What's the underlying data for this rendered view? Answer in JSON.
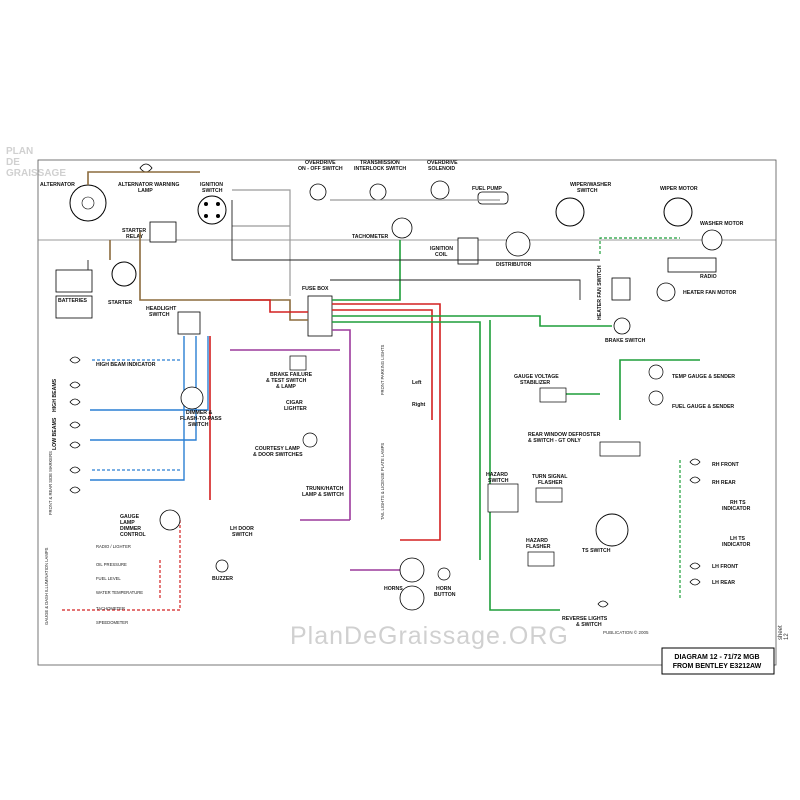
{
  "diagram": {
    "title_line1": "DIAGRAM 12 - 71/72 MGB",
    "title_line2": "FROM BENTLEY E3212AW",
    "sheet": "sheet 12",
    "publisher": "PUBLICATION © 2005",
    "watermark": "PlanDeGraissage.ORG",
    "logo_line1": "PLAN",
    "logo_line2": "DE",
    "logo_line3": "GRAISSAGE",
    "labels": {
      "alternator": "ALTERNATOR",
      "alt_warning_1": "ALTERNATOR WARNING",
      "alt_warning_2": "LAMP",
      "ignition_1": "IGNITION",
      "ignition_2": "SWITCH",
      "overdrive_1": "OVERDRIVE",
      "overdrive_2": "ON - OFF SWITCH",
      "transmission_1": "TRANSMISSION",
      "transmission_2": "INTERLOCK SWITCH",
      "od_solenoid_1": "OVERDRIVE",
      "od_solenoid_2": "SOLENOID",
      "fuel_pump": "FUEL PUMP",
      "wiper_switch_1": "WIPER/WASHER",
      "wiper_switch_2": "SWITCH",
      "wiper_motor": "WIPER MOTOR",
      "washer_motor": "WASHER MOTOR",
      "starter_relay_1": "STARTER",
      "starter_relay_2": "RELAY",
      "tachometer": "TACHOMETER",
      "ignition_coil_1": "IGNITION",
      "ignition_coil_2": "COIL",
      "distributor": "DISTRIBUTOR",
      "radio": "RADIO",
      "batteries": "BATTERIES",
      "starter": "STARTER",
      "heater_fan_switch": "HEATER FAN SWITCH",
      "heater_fan_motor": "HEATER FAN MOTOR",
      "headlight_switch_1": "HEADLIGHT",
      "headlight_switch_2": "SWITCH",
      "fuse_box": "FUSE BOX",
      "brake_switch": "BRAKE SWITCH",
      "high_beam_indicator": "HIGH BEAM INDICATOR",
      "brake_failure_1": "BRAKE FAILURE",
      "brake_failure_2": "& TEST SWITCH",
      "brake_failure_3": "& LAMP",
      "temp_gauge": "TEMP GAUGE & SENDER",
      "fuel_gauge": "FUEL GAUGE & SENDER",
      "gauge_stabilizer_1": "GAUGE VOLTAGE",
      "gauge_stabilizer_2": "STABILIZER",
      "high_beams": "HIGH BEAMS",
      "dimmer_1": "DIMMER &",
      "dimmer_2": "FLASH-TO-PASS",
      "dimmer_3": "SWITCH",
      "cigar_1": "CIGAR",
      "cigar_2": "LIGHTER",
      "front_parking": "FRONT PARKING LIGHTS",
      "left": "Left",
      "right": "Right",
      "rear_defroster_1": "REAR WINDOW DEFROSTER",
      "rear_defroster_2": "& SWITCH - GT ONLY",
      "low_beams": "LOW BEAMS",
      "courtesy_1": "COURTESY LAMP",
      "courtesy_2": "& DOOR SWITCHES",
      "rh_front": "RH FRONT",
      "rh_rear": "RH REAR",
      "rh_ts_1": "RH TS",
      "rh_ts_2": "INDICATOR",
      "front_rear_marker": "FRONT & REAR SIDE MARKERS",
      "tail_lights": "TAIL LIGHTS & LICENSE PLATE LAMPS",
      "hazard_switch_1": "HAZARD",
      "hazard_switch_2": "SWITCH",
      "turn_flasher_1": "TURN SIGNAL",
      "turn_flasher_2": "FLASHER",
      "trunk_1": "TRUNK/HATCH",
      "trunk_2": "LAMP & SWITCH",
      "gauge_lamp_1": "GAUGE",
      "gauge_lamp_2": "LAMP",
      "gauge_lamp_3": "DIMMER",
      "gauge_lamp_4": "CONTROL",
      "lh_door_1": "LH DOOR",
      "lh_door_2": "SWITCH",
      "hazard_flasher_1": "HAZARD",
      "hazard_flasher_2": "FLASHER",
      "ts_switch": "TS SWITCH",
      "lh_ts_1": "LH TS",
      "lh_ts_2": "INDICATOR",
      "lh_front": "LH FRONT",
      "lh_rear": "LH REAR",
      "gauge_illum": "GAUGE & DASH ILLUMINATION LAMPS",
      "oil_pressure": "OIL PRESSURE",
      "fuel_level": "FUEL LEVEL",
      "water_temp": "WATER TEMPERATURE",
      "tachometer_lamp": "TACHOMETER",
      "speedometer": "SPEEDOMETER",
      "radio_lighter": "RADIO / LIGHTER",
      "buzzer": "BUZZER",
      "horns": "HORNS",
      "horn_button_1": "HORN",
      "horn_button_2": "BUTTON",
      "reverse_1": "REVERSE LIGHTS",
      "reverse_2": "& SWITCH"
    }
  }
}
